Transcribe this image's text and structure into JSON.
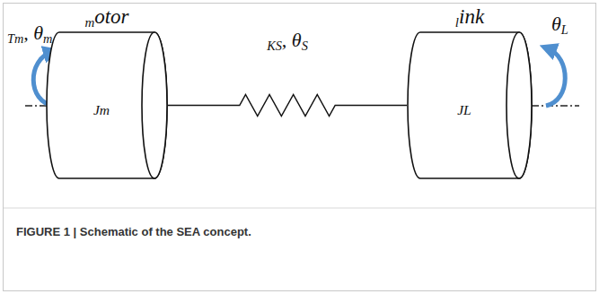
{
  "diagram": {
    "caption": "FIGURE 1 | Schematic of the SEA concept.",
    "nodes": [
      {
        "text": [
          "motor",
          "Jm"
        ]
      },
      {
        "text": [
          "link",
          "JL"
        ]
      }
    ],
    "edges": [
      {
        "from": 0,
        "to": 1,
        "arrow": "none",
        "label": "KS, θS"
      }
    ],
    "labels": [
      "Tm, θm",
      "θL"
    ]
  }
}
